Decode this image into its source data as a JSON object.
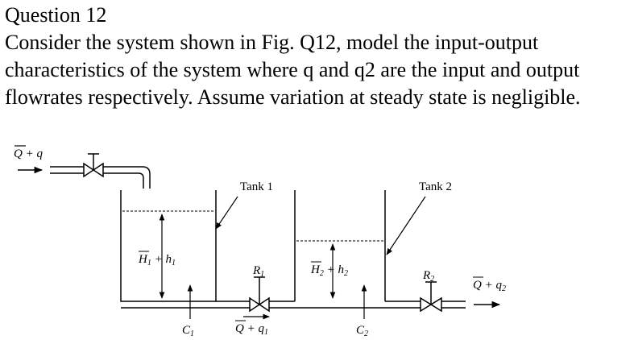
{
  "question": {
    "title": "Question 12",
    "body": "Consider the system shown in Fig. Q12, model the input-output characteristics of the system where q and q2 are the input and output flowrates respectively. Assume variation at steady state is negligible."
  },
  "figure": {
    "tank1_label": "Tank 1",
    "tank2_label": "Tank 2",
    "inflow": {
      "bar": "Q",
      "rest": "+ q"
    },
    "height1": {
      "bar": "H",
      "sub": "1",
      "mid": " + h",
      "sub2": "1"
    },
    "height2": {
      "bar": "H",
      "sub": "2",
      "mid": " + h",
      "sub2": "2"
    },
    "valve1": {
      "main": "R",
      "sub": "1"
    },
    "valve2": {
      "main": "R",
      "sub": "2"
    },
    "flow1": {
      "bar": "Q",
      "mid": "+ q",
      "sub": "1"
    },
    "outflow": {
      "bar": "Q",
      "mid": "+ q",
      "sub": "2"
    },
    "cap1": {
      "main": "C",
      "sub": "1"
    },
    "cap2": {
      "main": "C",
      "sub": "2"
    }
  }
}
